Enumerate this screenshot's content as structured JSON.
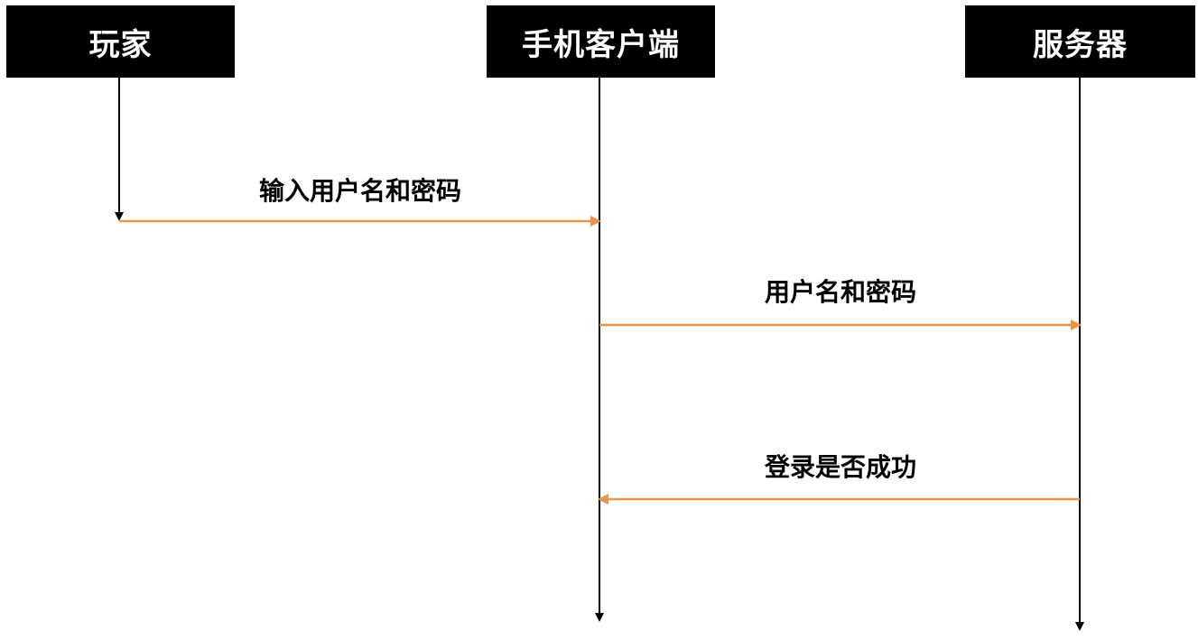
{
  "diagram": {
    "actors": {
      "player": "玩家",
      "client": "手机客户端",
      "server": "服务器"
    },
    "messages": [
      {
        "label": "输入用户名和密码",
        "from": "player",
        "to": "client"
      },
      {
        "label": "用户名和密码",
        "from": "client",
        "to": "server"
      },
      {
        "label": "登录是否成功",
        "from": "server",
        "to": "client"
      }
    ],
    "colors": {
      "actor_bg": "#000000",
      "actor_text": "#ffffff",
      "message_arrow": "#e8954a",
      "lifeline": "#000000"
    }
  }
}
